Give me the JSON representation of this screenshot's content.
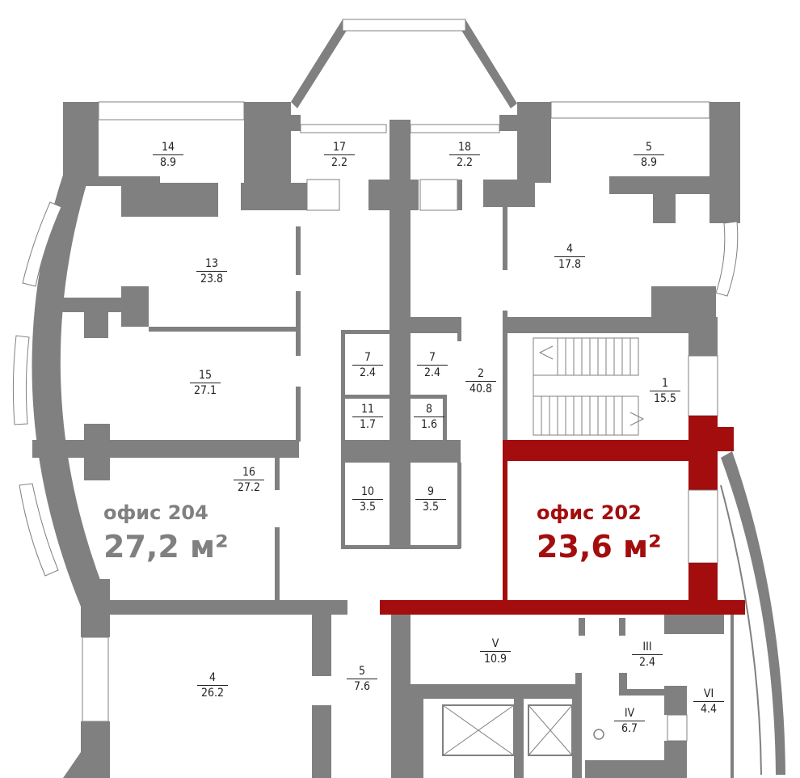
{
  "rooms": [
    {
      "id": "r14",
      "number": "14",
      "area": "8.9"
    },
    {
      "id": "r17",
      "number": "17",
      "area": "2.2"
    },
    {
      "id": "r18",
      "number": "18",
      "area": "2.2"
    },
    {
      "id": "r5top",
      "number": "5",
      "area": "8.9"
    },
    {
      "id": "r13",
      "number": "13",
      "area": "23.8"
    },
    {
      "id": "r4top",
      "number": "4",
      "area": "17.8"
    },
    {
      "id": "r15",
      "number": "15",
      "area": "27.1"
    },
    {
      "id": "r7a",
      "number": "7",
      "area": "2.4"
    },
    {
      "id": "r7b",
      "number": "7",
      "area": "2.4"
    },
    {
      "id": "r2",
      "number": "2",
      "area": "40.8"
    },
    {
      "id": "r1",
      "number": "1",
      "area": "15.5"
    },
    {
      "id": "r11",
      "number": "11",
      "area": "1.7"
    },
    {
      "id": "r8",
      "number": "8",
      "area": "1.6"
    },
    {
      "id": "r16",
      "number": "16",
      "area": "27.2"
    },
    {
      "id": "r10",
      "number": "10",
      "area": "3.5"
    },
    {
      "id": "r9",
      "number": "9",
      "area": "3.5"
    },
    {
      "id": "rV",
      "number": "V",
      "area": "10.9"
    },
    {
      "id": "rIII",
      "number": "III",
      "area": "2.4"
    },
    {
      "id": "r4bot",
      "number": "4",
      "area": "26.2"
    },
    {
      "id": "r5bot",
      "number": "5",
      "area": "7.6"
    },
    {
      "id": "rVI",
      "number": "VI",
      "area": "4.4"
    },
    {
      "id": "rIV",
      "number": "IV",
      "area": "6.7"
    }
  ],
  "offices": {
    "o204": {
      "title": "офис 204",
      "area": "27,2 м²"
    },
    "o202": {
      "title": "офис 202",
      "area": "23,6 м²"
    }
  },
  "colors": {
    "wall": "#808080",
    "highlight": "#a30d0d"
  }
}
